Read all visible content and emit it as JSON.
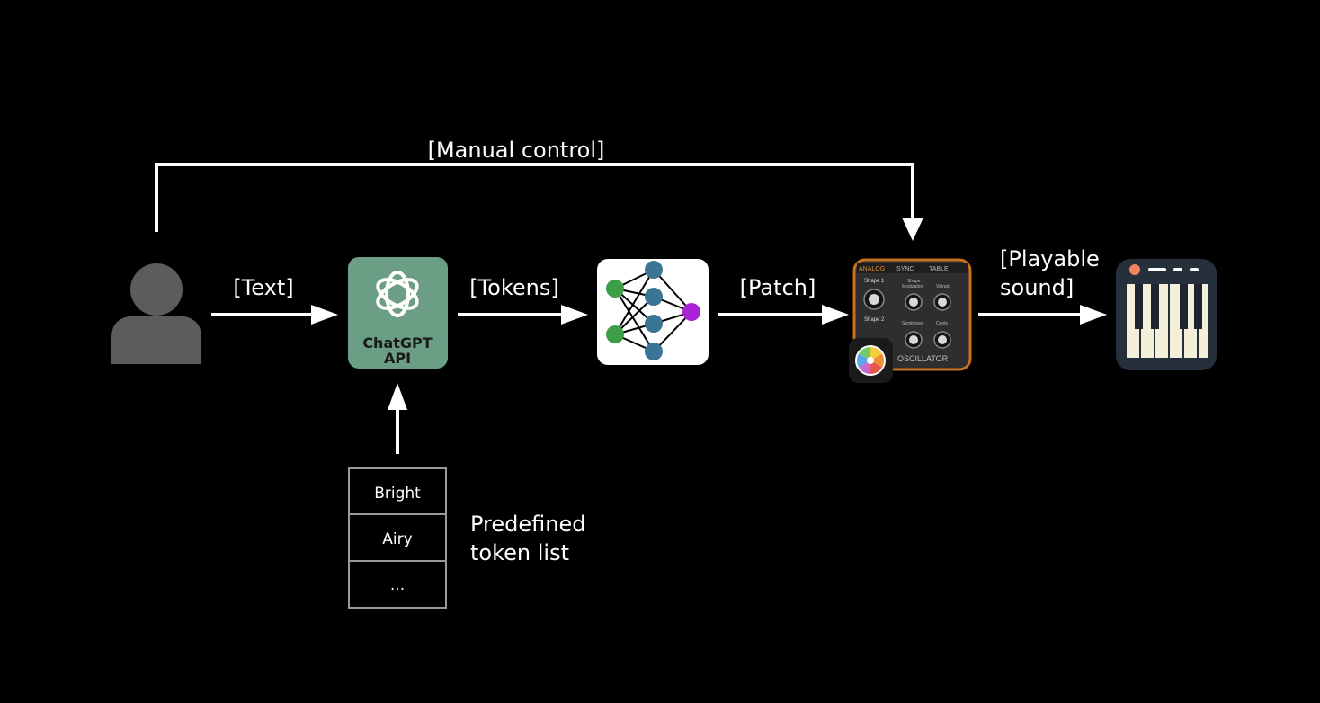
{
  "edges": {
    "manual_control": "[Manual control]",
    "text": "[Text]",
    "tokens": "[Tokens]",
    "patch": "[Patch]",
    "playable_sound_line1": "[Playable",
    "playable_sound_line2": "sound]"
  },
  "chatgpt": {
    "line1": "ChatGPT",
    "line2": "API"
  },
  "token_list": {
    "items": [
      "Bright",
      "Airy",
      "..."
    ],
    "label_line1": "Predefined",
    "label_line2": "token list"
  },
  "synth": {
    "tabs": [
      "ANALOG",
      "SYNC",
      "TABLE"
    ],
    "shape1": "Shape 1",
    "shape2": "Shape 2",
    "shape": "Shape",
    "modulation": "Modulation",
    "vibrato": "Vibrato",
    "semitones": "Semitones",
    "cents": "Cents",
    "footer": "OSCILLATOR"
  },
  "colors": {
    "background": "#000000",
    "user_icon": "#5c5c5e",
    "chatgpt_green": "#6b9e84",
    "node_green": "#3e9e48",
    "node_blue": "#3b7595",
    "node_purple": "#a822d6",
    "synth_border": "#c9721c",
    "piano_bg": "#25303c",
    "piano_key": "#f4efd8",
    "piano_dot": "#f08560"
  }
}
